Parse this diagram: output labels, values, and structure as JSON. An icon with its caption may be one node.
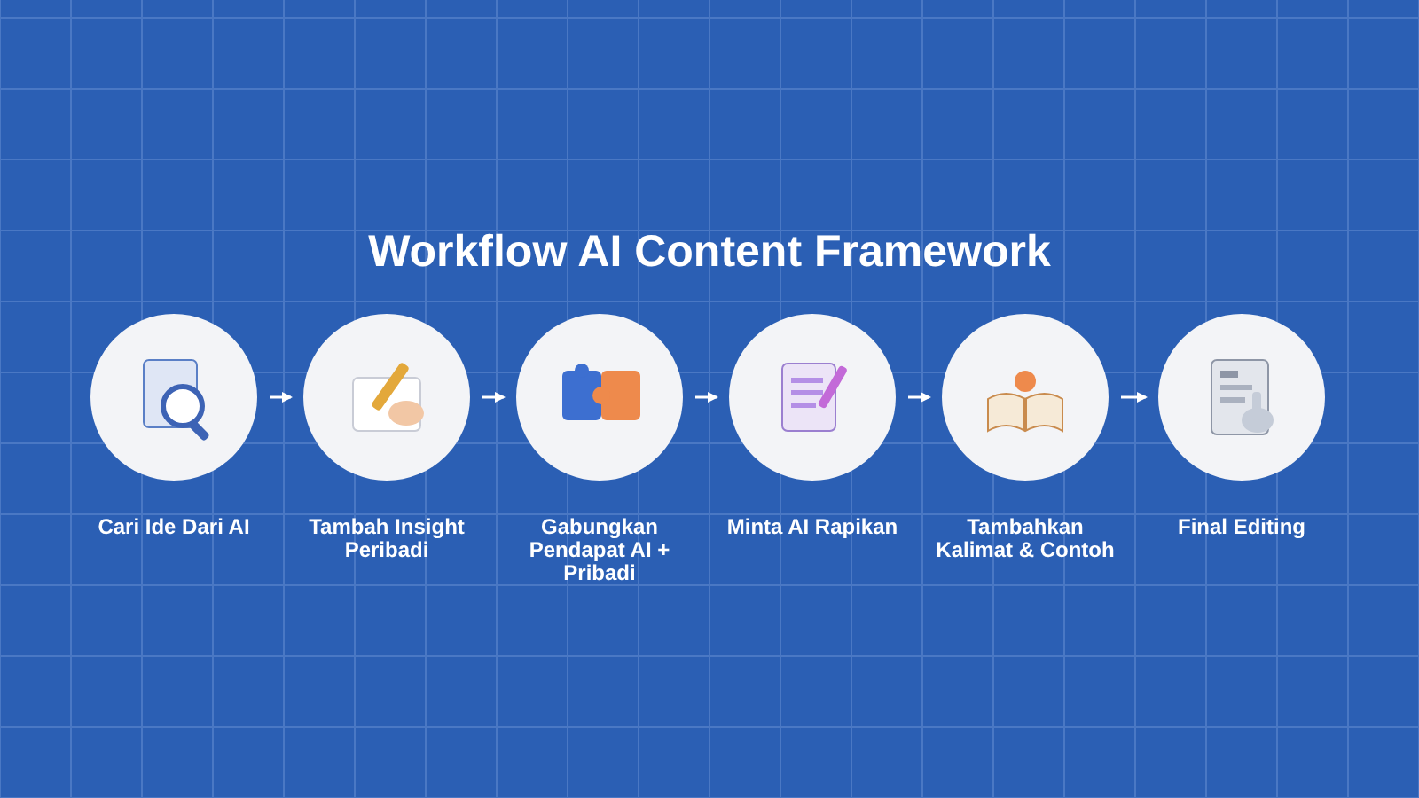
{
  "diagram": {
    "title": "Workflow AI Content Framework",
    "nodes": [
      {
        "text": [
          "Cari Ide Dari AI"
        ]
      },
      {
        "text": [
          "Tambah Insight Peribadi"
        ]
      },
      {
        "text": [
          "Gabungkan Pendapat AI + Pribadi"
        ]
      },
      {
        "text": [
          "Minta AI Rapikan"
        ]
      },
      {
        "text": [
          "Tambahkan Kalimat & Contoh"
        ]
      },
      {
        "text": [
          "Final Editing"
        ]
      }
    ],
    "edges": [
      {
        "from": 0,
        "to": 1,
        "arrow": "to"
      },
      {
        "from": 1,
        "to": 2,
        "arrow": "to"
      },
      {
        "from": 2,
        "to": 3,
        "arrow": "to"
      },
      {
        "from": 3,
        "to": 4,
        "arrow": "to"
      },
      {
        "from": 4,
        "to": 5,
        "arrow": "to"
      }
    ]
  }
}
